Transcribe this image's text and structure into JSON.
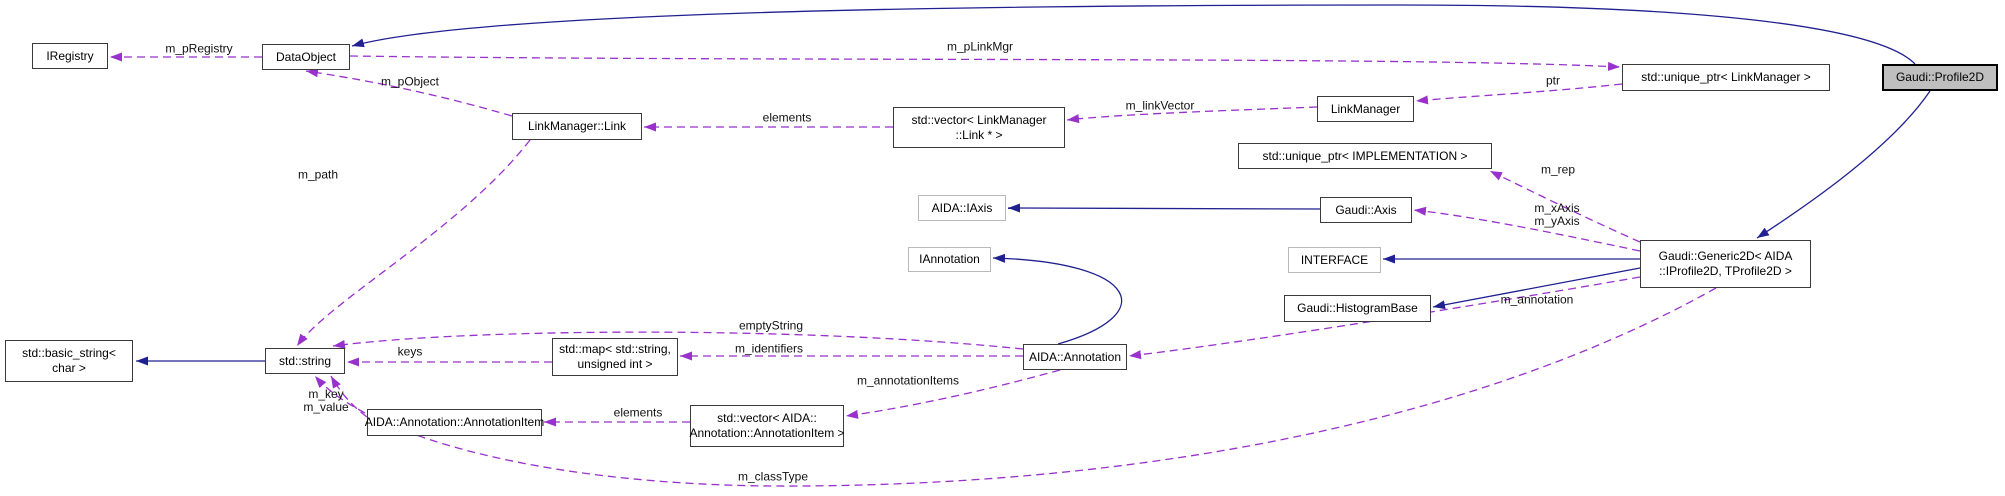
{
  "diagram": {
    "type": "doxygen-collaboration-graph",
    "highlighted_node": "Gaudi::Profile2D",
    "colors": {
      "inheritance_edge": "#202090",
      "usage_edge": "#9932cc",
      "node_border": "#3a3a3a",
      "muted_node_border": "#b9b9b9",
      "node_fill": "#ffffff",
      "highlight_fill": "#bfbfbf",
      "label_text": "#111111"
    },
    "nodes": {
      "iregistry": {
        "label": "IRegistry"
      },
      "dataobject": {
        "label": "DataObject"
      },
      "linkmanager_link": {
        "label": "LinkManager::Link"
      },
      "vector_link": {
        "line1": "std::vector< LinkManager",
        "line2": "::Link * >"
      },
      "linkmanager": {
        "label": "LinkManager"
      },
      "unique_ptr_linkmanager": {
        "label": "std::unique_ptr< LinkManager >"
      },
      "profile2d": {
        "label": "Gaudi::Profile2D"
      },
      "unique_ptr_implementation": {
        "label": "std::unique_ptr< IMPLEMENTATION >"
      },
      "aida_iaxis": {
        "label": "AIDA::IAxis"
      },
      "gaudi_axis": {
        "label": "Gaudi::Axis"
      },
      "iannotation": {
        "label": "IAnnotation"
      },
      "interface": {
        "label": "INTERFACE"
      },
      "histogrambase": {
        "label": "Gaudi::HistogramBase"
      },
      "generic2d": {
        "line1": "Gaudi::Generic2D< AIDA",
        "line2": "::IProfile2D, TProfile2D >"
      },
      "basic_string": {
        "line1": "std::basic_string<",
        "line2": "char >"
      },
      "std_string": {
        "label": "std::string"
      },
      "std_map": {
        "line1": "std::map< std::string,",
        "line2": "unsigned int >"
      },
      "aida_annotation": {
        "label": "AIDA::Annotation"
      },
      "annotation_item": {
        "label": "AIDA::Annotation::AnnotationItem"
      },
      "vector_annotation_item": {
        "line1": "std::vector< AIDA::",
        "line2": "Annotation::AnnotationItem >"
      }
    },
    "edge_labels": {
      "m_pregistry": "m_pRegistry",
      "m_plinkmgr": "m_pLinkMgr",
      "ptr": "ptr",
      "m_pobject": "m_pObject",
      "elements_top": "elements",
      "m_linkvector": "m_linkVector",
      "m_rep": "m_rep",
      "m_xaxis": "m_xAxis",
      "m_yaxis": "m_yAxis",
      "m_path": "m_path",
      "m_annotation": "m_annotation",
      "emptystring": "emptyString",
      "keys": "keys",
      "m_identifiers": "m_identifiers",
      "m_annotationitems": "m_annotationItems",
      "elements_bottom": "elements",
      "m_key": "m_key",
      "m_value": "m_value",
      "m_classtype": "m_classType"
    }
  }
}
